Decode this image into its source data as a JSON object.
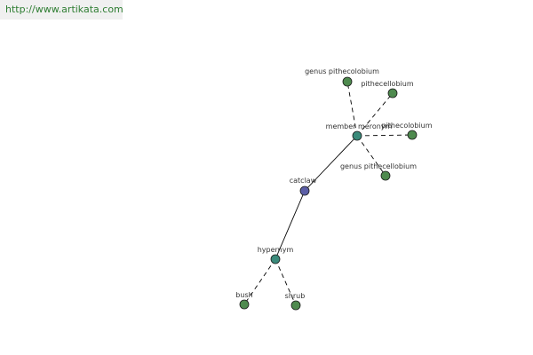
{
  "header": {
    "url": "http://www.artikata.com"
  },
  "graph": {
    "center": "catclaw",
    "nodes": [
      {
        "id": "catclaw",
        "label": "catclaw",
        "kind": "root"
      },
      {
        "id": "member-meronym",
        "label": "member meronym",
        "kind": "relation"
      },
      {
        "id": "hypernym",
        "label": "hypernym",
        "kind": "relation"
      },
      {
        "id": "genus-pithecolobium",
        "label": "genus pithecolobium",
        "kind": "leaf"
      },
      {
        "id": "pithecellobium",
        "label": "pithecellobium",
        "kind": "leaf"
      },
      {
        "id": "pithecolobium",
        "label": "pithecolobium",
        "kind": "leaf"
      },
      {
        "id": "genus-pithecellobium",
        "label": "genus pithecellobium",
        "kind": "leaf"
      },
      {
        "id": "bush",
        "label": "bush",
        "kind": "leaf"
      },
      {
        "id": "shrub",
        "label": "shrub",
        "kind": "leaf"
      }
    ],
    "edges": [
      {
        "from": "catclaw",
        "to": "member-meronym",
        "style": "solid"
      },
      {
        "from": "catclaw",
        "to": "hypernym",
        "style": "solid"
      },
      {
        "from": "member-meronym",
        "to": "genus-pithecolobium",
        "style": "dashed"
      },
      {
        "from": "member-meronym",
        "to": "pithecellobium",
        "style": "dashed"
      },
      {
        "from": "member-meronym",
        "to": "pithecolobium",
        "style": "dashed"
      },
      {
        "from": "member-meronym",
        "to": "genus-pithecellobium",
        "style": "dashed"
      },
      {
        "from": "hypernym",
        "to": "bush",
        "style": "dashed"
      },
      {
        "from": "hypernym",
        "to": "shrub",
        "style": "dashed"
      }
    ],
    "colors": {
      "root": "#5b5ea6",
      "relation": "#3a8a7a",
      "leaf": "#4e8a4e",
      "stroke": "#1a1a1a",
      "edge": "#000000"
    }
  }
}
